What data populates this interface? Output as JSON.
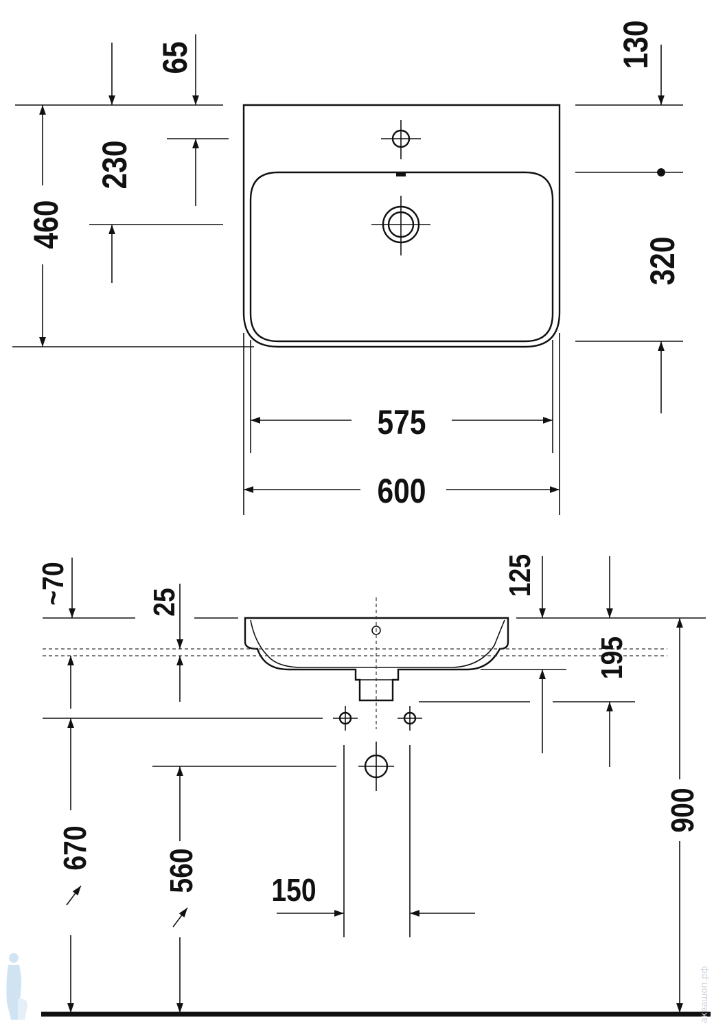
{
  "drawing": {
    "top_view": {
      "overall_depth": "460",
      "wall_to_rim": "65",
      "wall_to_drain": "230",
      "wall_to_taphole": "130",
      "basin_inner_depth": "320",
      "basin_inner_width": "575",
      "overall_width": "600"
    },
    "side_view": {
      "rim_height_approx": "~70",
      "rim_thickness": "25",
      "tap_offset": "125",
      "drain_depth": "195",
      "mounting_height": "900",
      "water_supply_height": "670",
      "waste_outlet_height": "560",
      "supply_spacing": "150"
    },
    "watermark": "аквашоп.рф"
  }
}
